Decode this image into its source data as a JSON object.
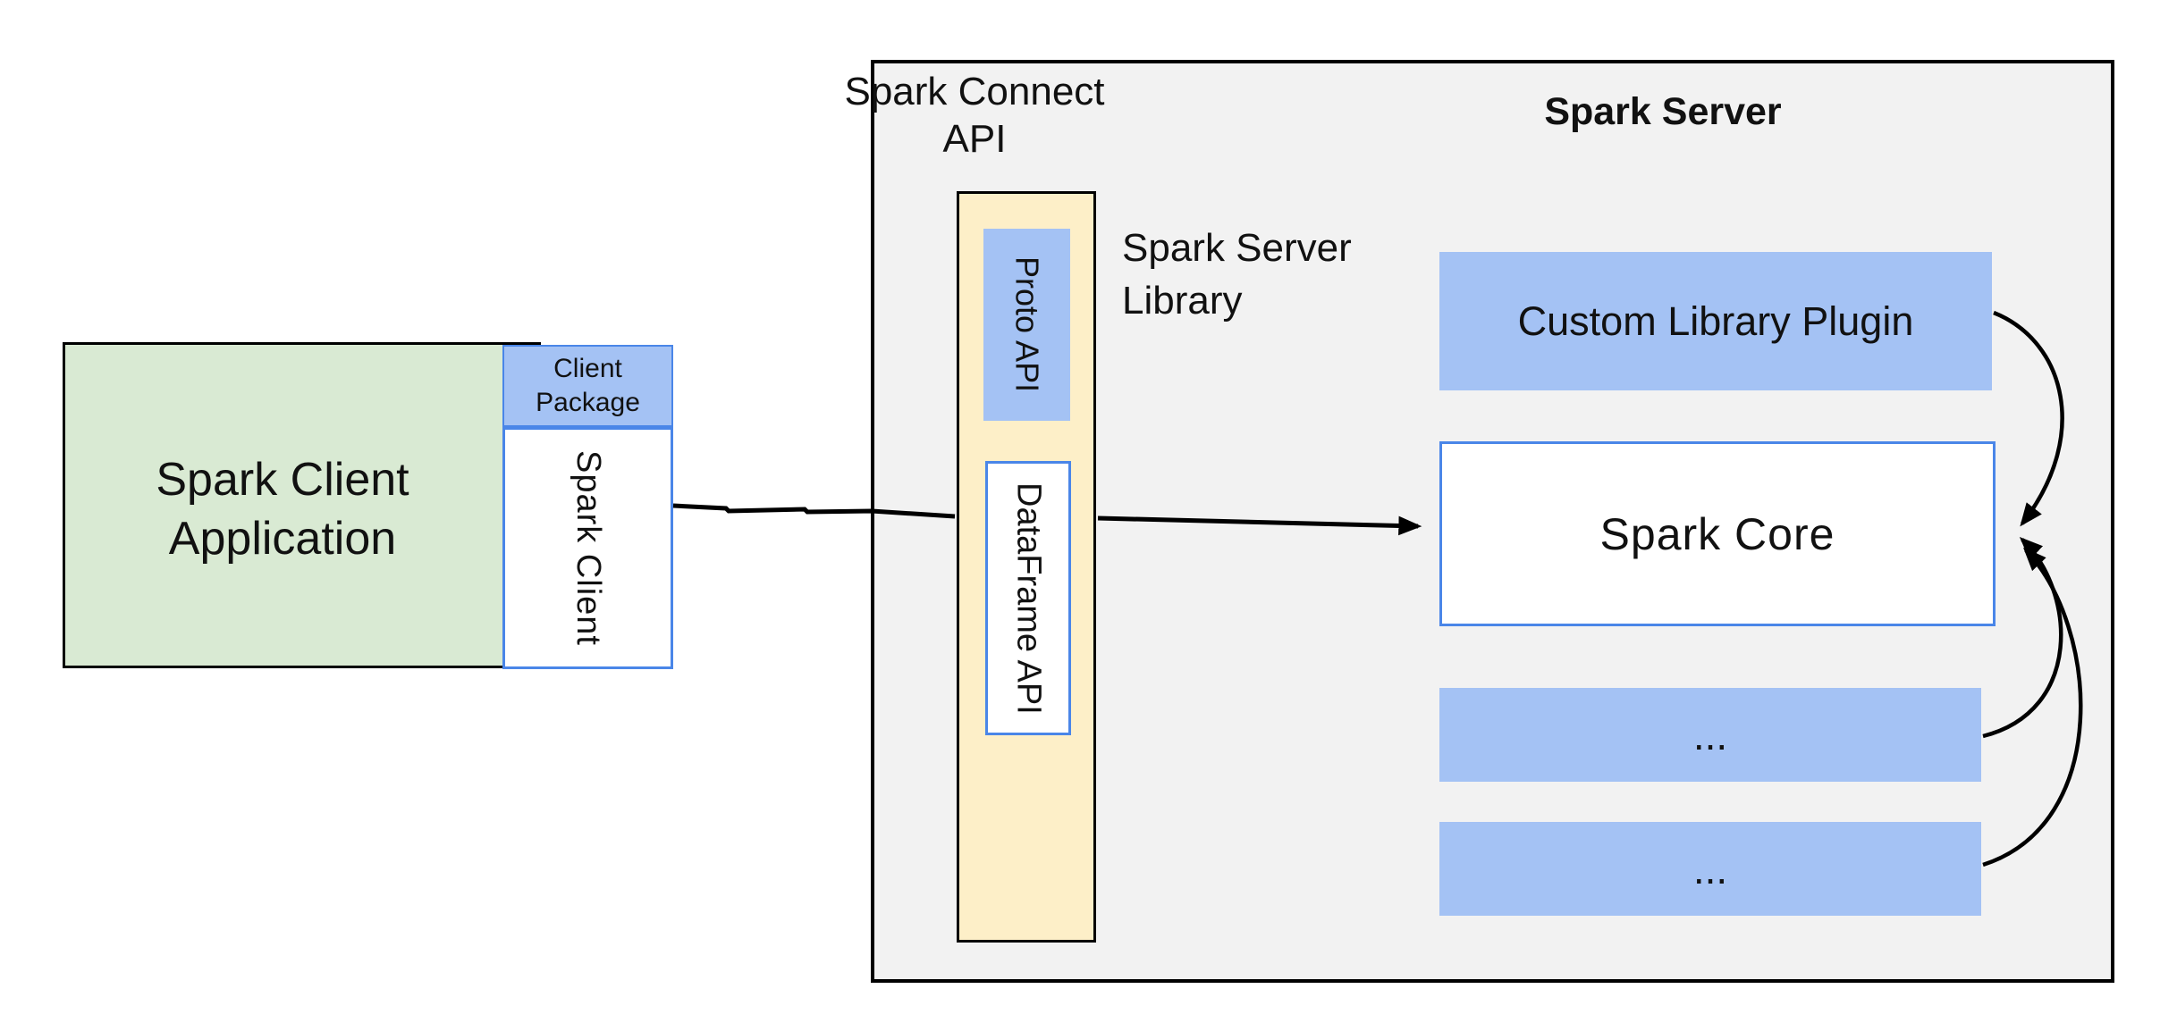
{
  "colors": {
    "blue_fill": "#a4c2f4",
    "blue_border": "#4a86e8",
    "green_fill": "#d9ead3",
    "yellow_fill": "#fdefc8",
    "container_fill": "#f2f2f2",
    "line": "#000000"
  },
  "labels": {
    "spark_connect_api": "Spark Connect\nAPI",
    "spark_server_title": "Spark Server",
    "spark_server_library": "Spark Server\nLibrary",
    "client_app": "Spark Client\nApplication",
    "client_package": "Client\nPackage",
    "spark_client": "Spark Client",
    "proto_api": "Proto API",
    "dataframe_api": "DataFrame API",
    "custom_library_plugin": "Custom Library Plugin",
    "spark_core": "Spark Core",
    "ellipsis_box_1": "...",
    "ellipsis_box_2": "..."
  }
}
